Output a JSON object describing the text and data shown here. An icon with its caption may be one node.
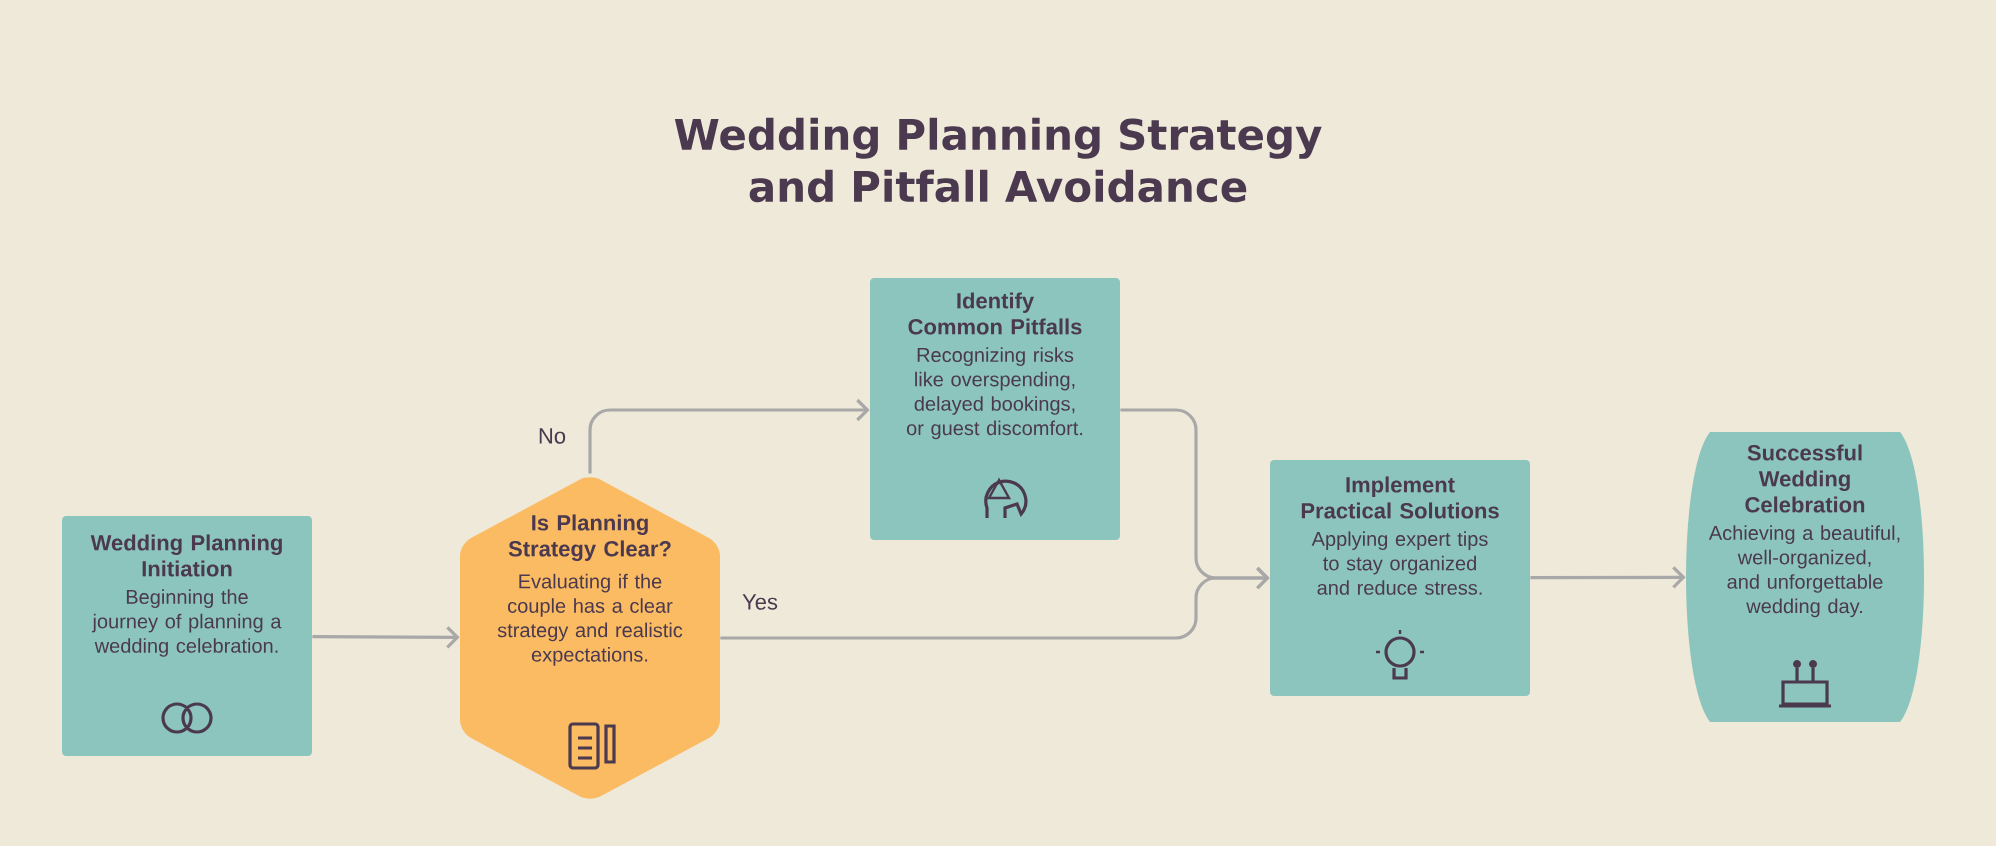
{
  "diagram": {
    "title": "Wedding Planning Strategy and Pitfall Avoidance",
    "nodes": [
      {
        "text": [
          "Wedding Planning Initiation",
          "Beginning the journey of planning a wedding celebration."
        ]
      },
      {
        "text": [
          "Is Planning Strategy Clear?",
          "Evaluating if the couple has a clear strategy and realistic expectations."
        ]
      },
      {
        "text": [
          "Identify Common Pitfalls",
          "Recognizing risks like overspending, delayed bookings, or guest discomfort."
        ]
      },
      {
        "text": [
          "Implement Practical Solutions",
          "Applying expert tips to stay organized and reduce stress."
        ]
      },
      {
        "text": [
          "Successful Wedding Celebration",
          "Achieving a beautiful, well-organized, and unforgettable wedding day."
        ]
      }
    ],
    "edges": [
      {
        "from": 0,
        "to": 1,
        "arrow": "to"
      },
      {
        "from": 1,
        "to": 2,
        "arrow": "to",
        "label": "No"
      },
      {
        "from": 1,
        "to": 3,
        "arrow": "to",
        "label": "Yes"
      },
      {
        "from": 2,
        "to": 3,
        "arrow": "to"
      },
      {
        "from": 3,
        "to": 4,
        "arrow": "to"
      }
    ]
  }
}
